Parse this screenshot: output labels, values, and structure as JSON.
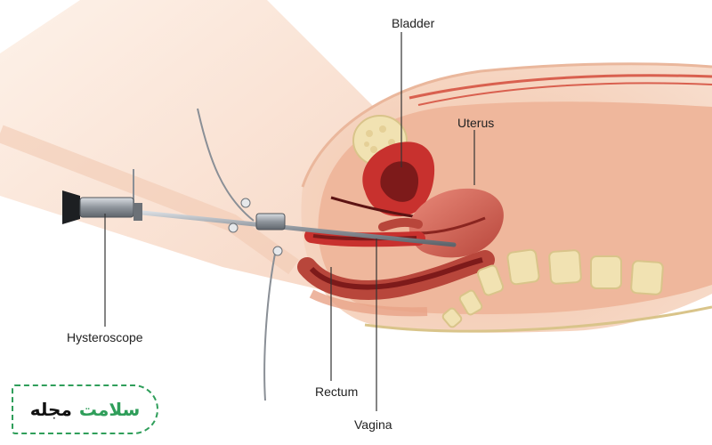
{
  "labels": {
    "bladder": "Bladder",
    "uterus": "Uterus",
    "hysteroscope": "Hysteroscope",
    "rectum": "Rectum",
    "vagina": "Vagina"
  },
  "badge": {
    "word_green": "سلامت",
    "word_black": "مجله"
  },
  "colors": {
    "skin": "#f9dccb",
    "tissue": "#e9a486",
    "organ_red": "#c8312e",
    "instrument": "#8a8f96",
    "bone": "#f1e2b2",
    "brand_green": "#2f9e5a"
  }
}
